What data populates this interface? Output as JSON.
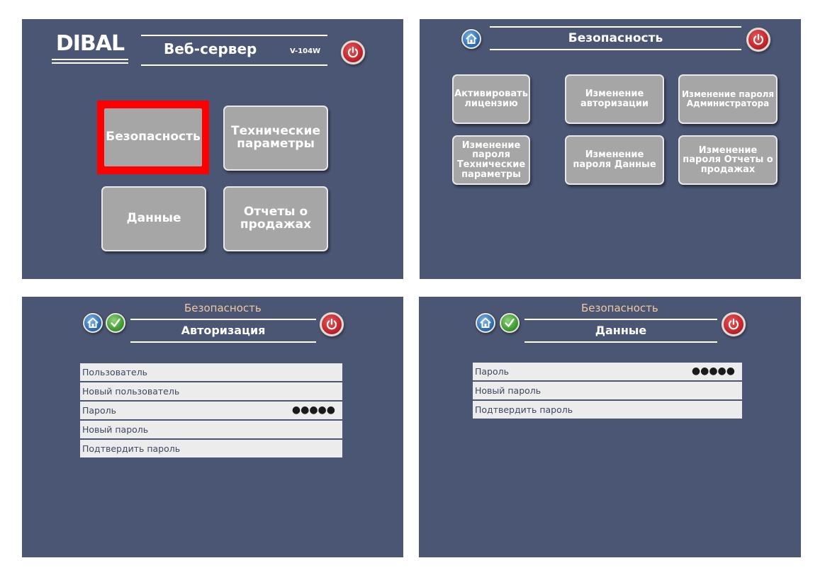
{
  "main": {
    "logo": "DIBAL",
    "title": "Веб-сервер",
    "version": "V-104W",
    "buttons": {
      "security": "Безопасность",
      "technical": "Технические параметры",
      "data": "Данные",
      "sales": "Отчеты о продажах"
    }
  },
  "security": {
    "title": "Безопасность",
    "buttons": {
      "activate_license": "Активировать лицензию",
      "change_authorization": "Изменение авторизации",
      "change_admin_password": "Изменение пароля Администратора",
      "change_tech_password": "Изменение пароля Технические параметры",
      "change_data_password": "Изменение пароля Данные",
      "change_sales_password": "Изменение пароля Отчеты о продажах"
    }
  },
  "authorization": {
    "subtitle": "Безопасность",
    "title": "Авторизация",
    "fields": {
      "user": "Пользователь",
      "new_user": "Новый пользователь",
      "password": "Пароль",
      "password_value": "●●●●●",
      "new_password": "Новый пароль",
      "confirm_password": "Подтвердить пароль"
    }
  },
  "data_screen": {
    "subtitle": "Безопасность",
    "title": "Данные",
    "fields": {
      "password": "Пароль",
      "password_value": "●●●●●",
      "new_password": "Новый пароль",
      "confirm_password": "Подтвердить пароль"
    }
  },
  "colors": {
    "panel_bg": "#4b5574",
    "button_gray": "#a6a6a6",
    "highlight_red": "#ff0000",
    "subtitle_orange": "#f0c9a0"
  },
  "icons": {
    "power": "power-icon",
    "home": "home-icon",
    "check": "check-icon"
  }
}
